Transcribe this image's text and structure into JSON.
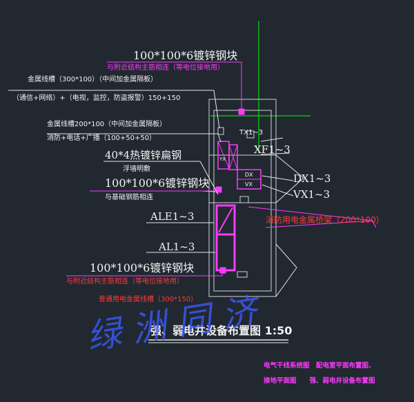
{
  "annotations": {
    "angle_top": "100*100*6镀锌钢块",
    "angle_top_note": "与附近结构主筋相连（等电位接地用）",
    "tray1_size": "金属线槽（300*100）（中间加金属隔板）",
    "tray1_use": "（通信+网络）+（电视，监控，防盗报警）150+150",
    "tray2_size": "金属线槽200*100（中间加金属隔板）",
    "tray2_use": "消防+电话+广播（100+50+50）",
    "flat_steel": "40*4热镀锌扁钢",
    "floor_seal": "浮墙明敷",
    "angle_mid": "100*100*6镀锌钢块",
    "angle_mid_note": "与基础钢筋相连",
    "ale": "ALE1~3",
    "al": "AL1~3",
    "angle_bot": "100*100*6镀锌钢块",
    "angle_bot_note": "与附近结构主筋相连（等电位接地用）",
    "tray3": "普通用电金属线槽（300*150）",
    "tx": "TX1~3",
    "xf": "XF1~3",
    "dx": "DX1~3",
    "vx": "VX1~3",
    "box_dx": "DX",
    "box_vx": "VX",
    "box_yx": "YX",
    "fire_bridge": "消防用电金属桥架（200*100）"
  },
  "title": "强、弱电井设备布置图 1:50",
  "footer": {
    "line1": "电气干线系统图　配电室平面布置图、",
    "line2": "接地平面图　　强、弱电井设备布置图"
  },
  "watermark": "绿洲同济",
  "colors": {
    "background": "#212830",
    "white": "#f2f2f2",
    "magenta": "#ff3aff",
    "red": "#ff3a3a",
    "green": "#00ff00",
    "watermark": "#3c5cff"
  }
}
